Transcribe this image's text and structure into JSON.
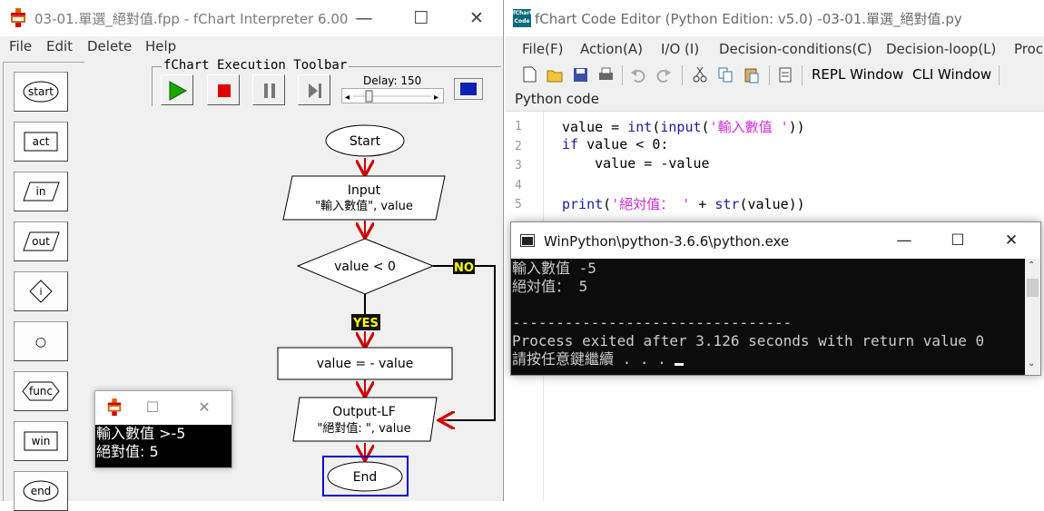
{
  "left_window": {
    "title": "03-01.單選_絕對值.fpp - fChart Interpreter 6.00",
    "menu": [
      "File",
      "Edit",
      "Delete",
      "Help"
    ],
    "palette": [
      "start",
      "act",
      "in",
      "out",
      "i",
      "○",
      "func",
      "win",
      "end"
    ],
    "toolbar": {
      "title": "fChart Execution Toolbar",
      "delay_label": "Delay: 150",
      "delay_value": 150
    },
    "flowchart": {
      "start": "Start",
      "input_line1": "Input",
      "input_line2": "\"輸入數值\", value",
      "decision": "value < 0",
      "no_label": "NO",
      "yes_label": "YES",
      "action": "value = - value",
      "output_line1": "Output-LF",
      "output_line2": "\"絕對值: \", value",
      "end": "End"
    },
    "mini_output": {
      "line1": "輸入數值 >-5",
      "line2": "絕對值:  5"
    }
  },
  "right_window": {
    "title": "fChart Code Editor (Python Edition: v5.0) -03-01.單選_絕對值.py",
    "logo_top": "fChart",
    "logo_bottom": "Code",
    "menu": [
      "File(F)",
      "Action(A)",
      "I/O (I)",
      "Decision-conditions(C)",
      "Decision-loop(L)",
      "Proc"
    ],
    "toolbar_text": [
      "REPL Window",
      "CLI Window"
    ],
    "code_caption": "Python code",
    "line_numbers": [
      "1",
      "2",
      "3",
      "4",
      "5"
    ],
    "code": {
      "l1_a": "value = ",
      "l1_b": "int",
      "l1_c": "(",
      "l1_d": "input",
      "l1_e": "(",
      "l1_f": "'輸入數值 '",
      "l1_g": "))",
      "l2_a": "if",
      "l2_b": " value < 0:",
      "l3": "    value = -value",
      "l5_a": "print",
      "l5_b": "(",
      "l5_c": "'絕対值： '",
      "l5_d": " + ",
      "l5_e": "str",
      "l5_f": "(value))"
    }
  },
  "console_window": {
    "title": "WinPython\\python-3.6.6\\python.exe",
    "lines": [
      "輸入數值 -5",
      "絕対值： 5",
      "",
      "--------------------------------",
      "Process exited after 3.126 seconds with return value 0",
      "請按任意鍵繼續 . . . "
    ]
  },
  "colors": {
    "flow_arrow": "#d00000",
    "label_bg": "#111111",
    "label_text": "#ffff00",
    "play_green": "#1aa800",
    "stop_red": "#e00000",
    "keyword_blue": "#1a1aa6",
    "string_magenta": "#d02ee0"
  }
}
